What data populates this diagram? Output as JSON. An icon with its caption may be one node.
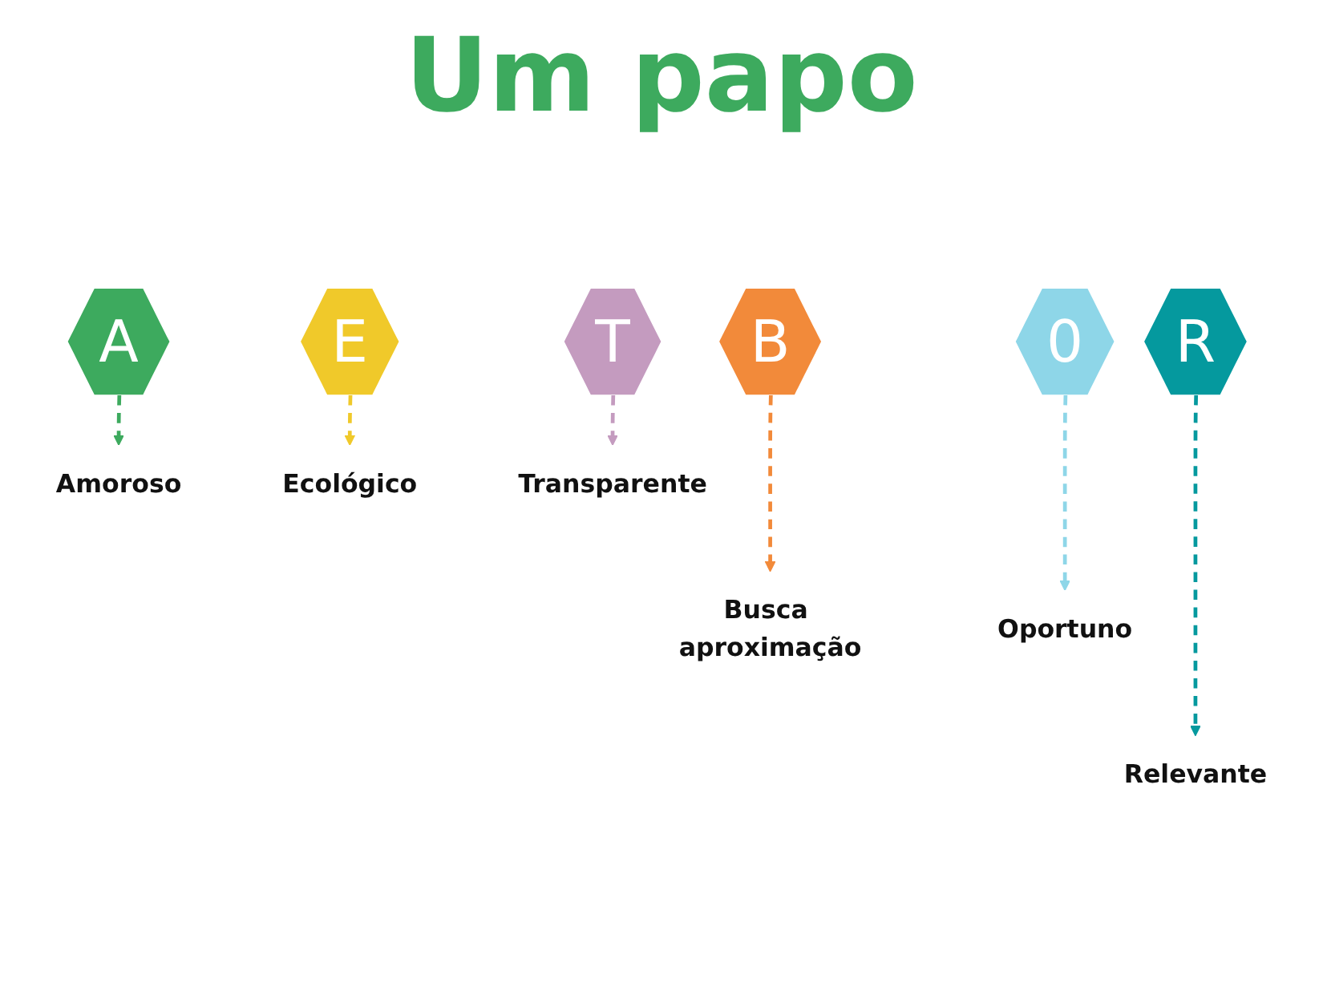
{
  "diagram": {
    "title": "Um papo",
    "nodes": [
      {
        "text": [
          "A"
        ]
      },
      {
        "text": [
          "B"
        ]
      },
      {
        "text": [
          "E"
        ]
      },
      {
        "text": [
          "R"
        ]
      },
      {
        "text": [
          "T"
        ]
      },
      {
        "text": [
          "0"
        ]
      },
      {
        "text": [
          "Amoroso"
        ]
      },
      {
        "text": [
          "Busca aproximação"
        ]
      },
      {
        "text": [
          "Ecológico"
        ]
      },
      {
        "text": [
          "Relevante"
        ]
      },
      {
        "text": [
          "Transparente"
        ]
      },
      {
        "text": [
          "Oportuno"
        ]
      }
    ],
    "edges": [
      {
        "from": 0,
        "to": 6,
        "arrow": "to",
        "style": "dashed",
        "color": "#3daa5e"
      },
      {
        "from": 1,
        "to": 7,
        "arrow": "to",
        "style": "dashed",
        "color": "#f28a3a"
      },
      {
        "from": 2,
        "to": 8,
        "arrow": "to",
        "style": "dashed",
        "color": "#f0c92a"
      },
      {
        "from": 3,
        "to": 9,
        "arrow": "to",
        "style": "dashed",
        "color": "#05999e"
      },
      {
        "from": 4,
        "to": 10,
        "arrow": "to",
        "style": "dashed",
        "color": "#c49bbf"
      },
      {
        "from": 5,
        "to": 11,
        "arrow": "to",
        "style": "dashed",
        "color": "#8ed6e8"
      }
    ]
  }
}
